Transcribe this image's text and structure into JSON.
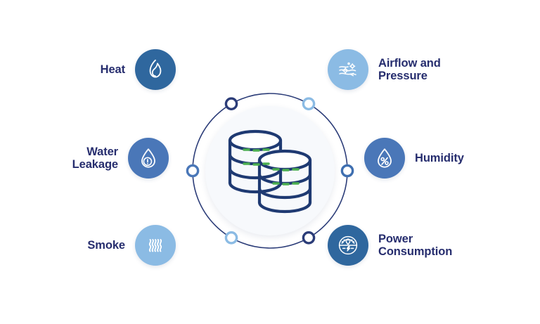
{
  "diagram": {
    "type": "hub-and-spoke",
    "center": {
      "icon": "database-stack-icon",
      "description": "Data center servers / database stacks"
    },
    "ring": {
      "node_count": 6,
      "node_colors": [
        "#2b3c78",
        "#8bbbe4",
        "#4a77b8",
        "#3f6fb0",
        "#8bbbe4",
        "#2b3c78"
      ],
      "stroke_color": "#2b3c78"
    },
    "sensors": [
      {
        "id": "heat",
        "label": "Heat",
        "icon": "flame-icon",
        "side": "left",
        "badge_color": "#2f679e",
        "badge_tone": "dark"
      },
      {
        "id": "airflow-and-pressure",
        "label": "Airflow and\nPressure",
        "icon": "airflow-icon",
        "side": "right",
        "badge_color": "#8bbbe4",
        "badge_tone": "light"
      },
      {
        "id": "water-leakage",
        "label": "Water\nLeakage",
        "icon": "water-drop-alert-icon",
        "side": "left",
        "badge_color": "#4a77b8",
        "badge_tone": "mid"
      },
      {
        "id": "humidity",
        "label": "Humidity",
        "icon": "water-drop-percent-icon",
        "side": "right",
        "badge_color": "#4a77b8",
        "badge_tone": "mid"
      },
      {
        "id": "smoke",
        "label": "Smoke",
        "icon": "smoke-waves-icon",
        "side": "left",
        "badge_color": "#8bbbe4",
        "badge_tone": "light"
      },
      {
        "id": "power-consumption",
        "label": "Power\nConsumption",
        "icon": "power-gauge-icon",
        "side": "right",
        "badge_color": "#2f679e",
        "badge_tone": "dark"
      }
    ],
    "colors": {
      "text": "#262d6e",
      "navy": "#2b3c78",
      "accent_blue": "#4a77b8",
      "light_blue": "#8bbbe4",
      "led_green": "#4caf50",
      "disc_fill": "#f7f9fc",
      "background": "#ffffff"
    }
  }
}
